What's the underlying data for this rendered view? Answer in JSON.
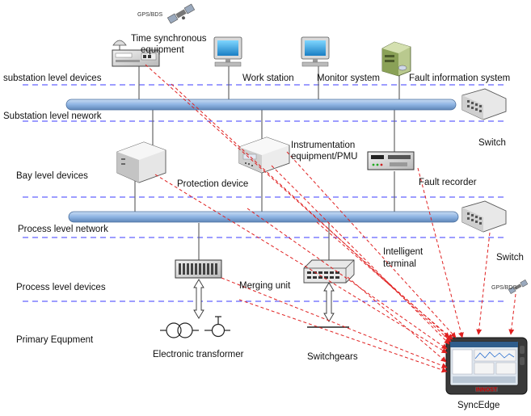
{
  "labels": {
    "gps_top": "GPS/BDS",
    "time_sync": "Time synchronous",
    "time_sync_2": "equipment",
    "work_station": "Work station",
    "monitor_system": "Monitor system",
    "fault_info_system": "Fault information system",
    "substation_level_devices": "substation level devices",
    "substation_level_network": "Substation level nework",
    "switch_1": "Switch",
    "instrumentation": "Instrumentation",
    "instrumentation_2": "equipment/PMU",
    "bay_level_devices": "Bay level devices",
    "protection_device": "Protection device",
    "fault_recorder": "Fault recorder",
    "process_level_network": "Process level network",
    "intelligent": "Intelligent",
    "intelligent_2": "terminal",
    "switch_2": "Switch",
    "process_level_devices": "Process level devices",
    "merging_unit": "Merging unit",
    "gps_right": "GPS/BDS",
    "primary_equipment": "Primary Equpment",
    "electronic_transformer": "Electronic transformer",
    "switchgears": "Switchgears",
    "syncedge": "SyncEdge",
    "device_brand": "INNOST"
  },
  "colors": {
    "network_bus": "#8eb4e3",
    "level_divider": "#3b3bff",
    "signal_arrow": "#e02020",
    "connector": "#666666"
  },
  "icons": {
    "satellite": "satellite-icon",
    "time_server": "time-server-icon",
    "workstation": "computer-icon",
    "server": "server-tower-icon",
    "switch": "network-switch-icon",
    "bay_device": "rack-box-icon",
    "handheld": "handheld-tester-icon"
  }
}
